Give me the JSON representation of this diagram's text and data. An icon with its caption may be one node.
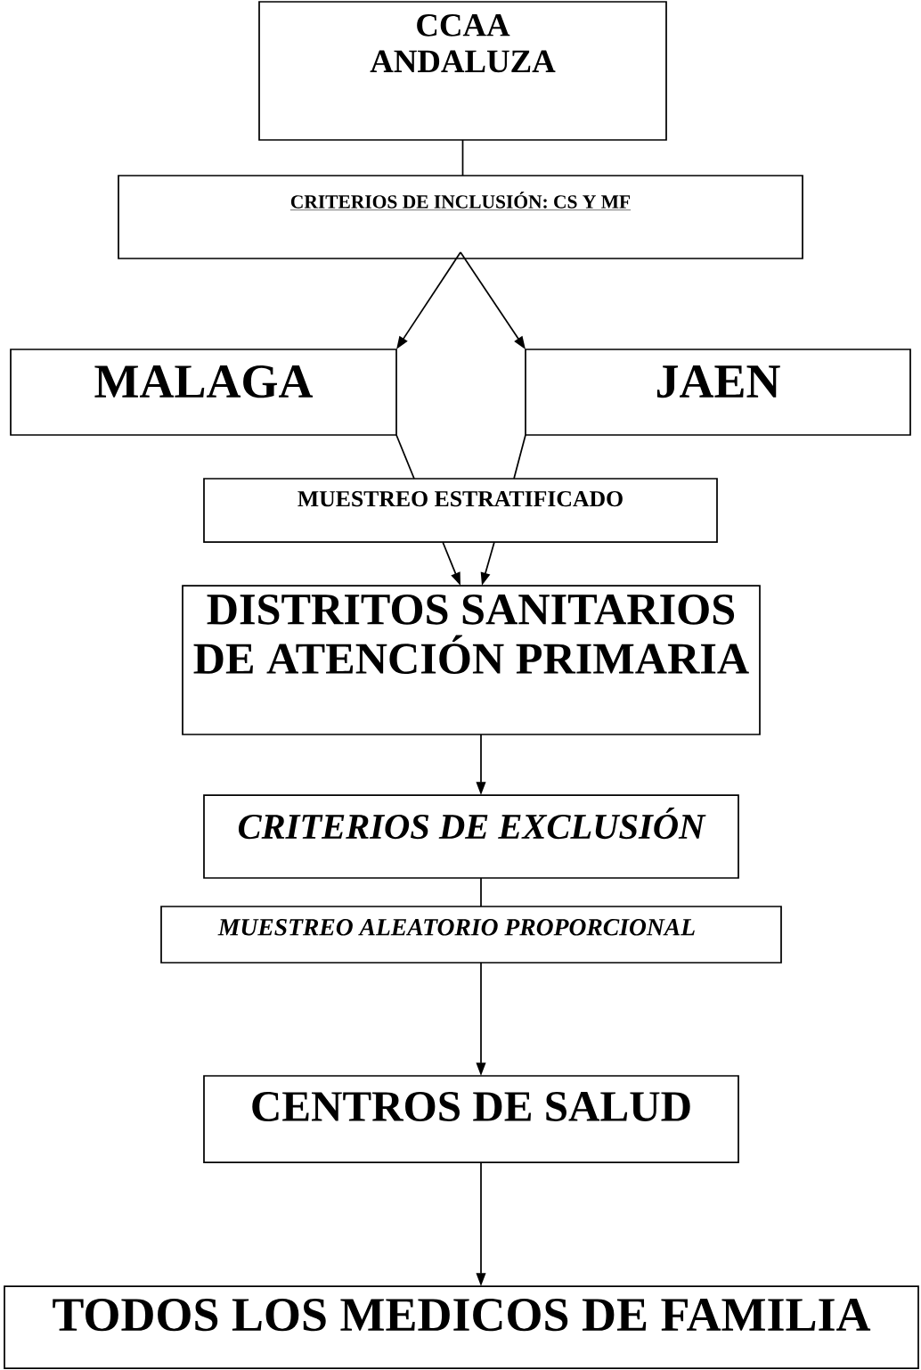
{
  "diagram": {
    "nodes": [
      {
        "text": [
          "CCAA ANDALUZA"
        ]
      },
      {
        "text": [
          "CRITERIOS DE INCLUSIÓN: CS Y MF"
        ]
      },
      {
        "text": [
          "MALAGA"
        ]
      },
      {
        "text": [
          "JAEN"
        ]
      },
      {
        "text": [
          "MUESTREO ESTRATIFICADO"
        ]
      },
      {
        "text": [
          "DISTRITOS SANITARIOS DE ATENCIÓN PRIMARIA"
        ]
      },
      {
        "text": [
          "CRITERIOS DE EXCLUSIÓN"
        ]
      },
      {
        "text": [
          "MUESTREO ALEATORIO PROPORCIONAL"
        ]
      },
      {
        "text": [
          "CENTROS DE SALUD"
        ]
      },
      {
        "text": [
          "TODOS LOS MEDICOS DE FAMILIA"
        ]
      }
    ],
    "edges": [
      {
        "from": 0,
        "to": 1,
        "arrow": "none"
      },
      {
        "from": 1,
        "to": 2,
        "arrow": "to"
      },
      {
        "from": 1,
        "to": 3,
        "arrow": "to"
      },
      {
        "from": 2,
        "to": 4,
        "arrow": "none"
      },
      {
        "from": 3,
        "to": 4,
        "arrow": "none"
      },
      {
        "from": 4,
        "to": 5,
        "arrow": "to"
      },
      {
        "from": 4,
        "to": 5,
        "arrow": "to"
      },
      {
        "from": 5,
        "to": 6,
        "arrow": "to"
      },
      {
        "from": 6,
        "to": 7,
        "arrow": "none"
      },
      {
        "from": 7,
        "to": 8,
        "arrow": "to"
      },
      {
        "from": 8,
        "to": 9,
        "arrow": "to"
      }
    ]
  }
}
